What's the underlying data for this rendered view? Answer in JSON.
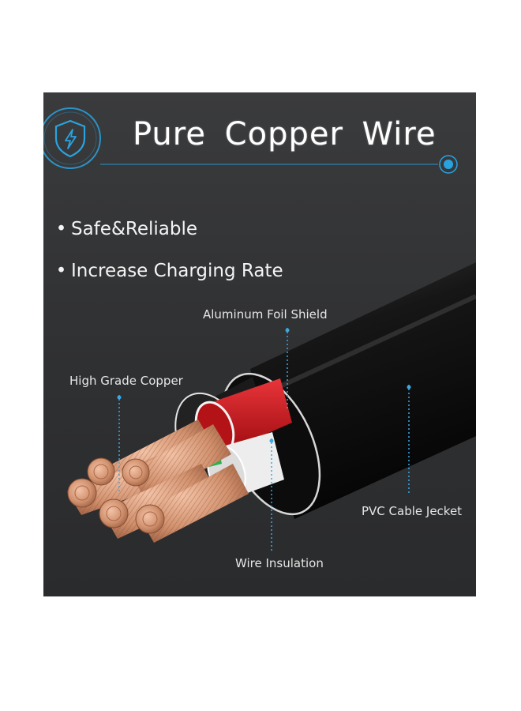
{
  "banner": {
    "title": "Pure  Copper  Wire",
    "accent_color": "#29a3e0",
    "icon": "shield-lightning-icon",
    "bullets": [
      "Safe&Reliable",
      "Increase Charging Rate"
    ]
  },
  "callouts": {
    "aluminum_foil_shield": "Aluminum Foil Shield",
    "high_grade_copper": "High Grade Copper",
    "pvc_cable_jacket": "PVC Cable Jecket",
    "wire_insulation": "Wire Insulation"
  },
  "colors": {
    "panel_background": "#333436",
    "cable_jacket": "#101010",
    "red_insulation": "#c8151b",
    "white_insulation": "#f0f0f0",
    "copper": "#c98a6a"
  }
}
